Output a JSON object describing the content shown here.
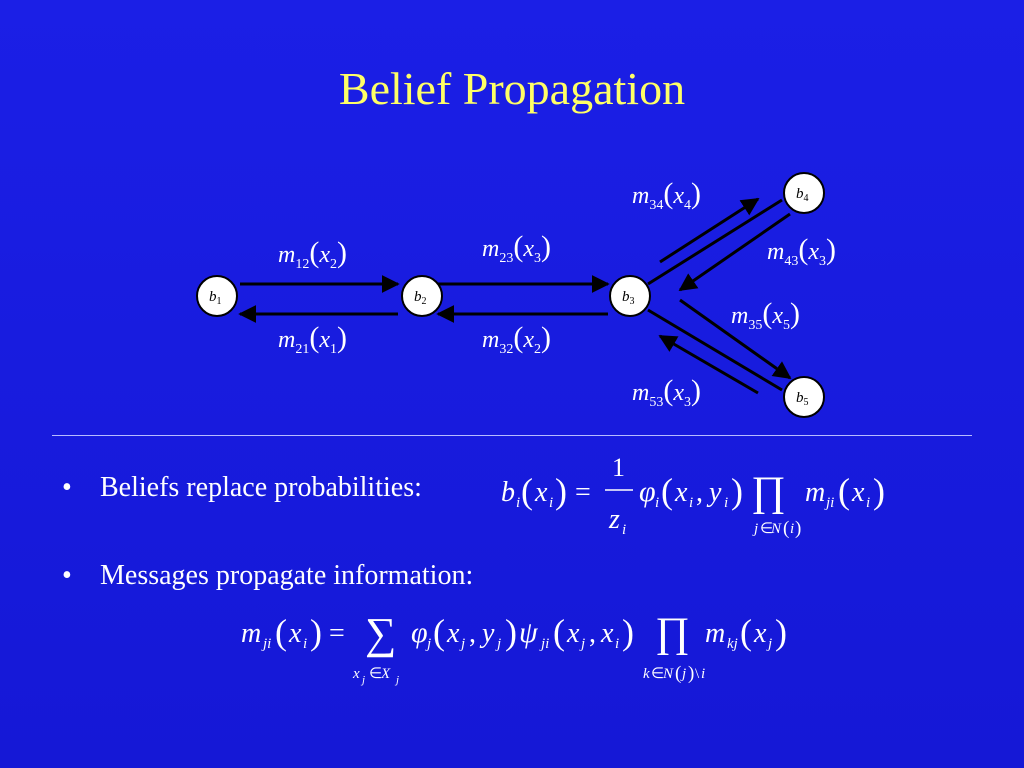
{
  "slide": {
    "title": "Belief Propagation"
  },
  "nodes": [
    {
      "id": "b1",
      "base": "b",
      "sub": "1"
    },
    {
      "id": "b2",
      "base": "b",
      "sub": "2"
    },
    {
      "id": "b3",
      "base": "b",
      "sub": "3"
    },
    {
      "id": "b4",
      "base": "b",
      "sub": "4"
    },
    {
      "id": "b5",
      "base": "b",
      "sub": "5"
    }
  ],
  "messages": {
    "m12": {
      "m": "m",
      "sub": "12",
      "arg": "x",
      "argsub": "2"
    },
    "m21": {
      "m": "m",
      "sub": "21",
      "arg": "x",
      "argsub": "1"
    },
    "m23": {
      "m": "m",
      "sub": "23",
      "arg": "x",
      "argsub": "3"
    },
    "m32": {
      "m": "m",
      "sub": "32",
      "arg": "x",
      "argsub": "2"
    },
    "m34": {
      "m": "m",
      "sub": "34",
      "arg": "x",
      "argsub": "4"
    },
    "m43": {
      "m": "m",
      "sub": "43",
      "arg": "x",
      "argsub": "3"
    },
    "m35": {
      "m": "m",
      "sub": "35",
      "arg": "x",
      "argsub": "5"
    },
    "m53": {
      "m": "m",
      "sub": "53",
      "arg": "x",
      "argsub": "3"
    }
  },
  "bullets": [
    {
      "text": "Beliefs replace probabilities:"
    },
    {
      "text": "Messages propagate information:"
    }
  ],
  "colors": {
    "background": "#1a1ee0",
    "title": "#ffff66",
    "text": "#ffffff"
  }
}
